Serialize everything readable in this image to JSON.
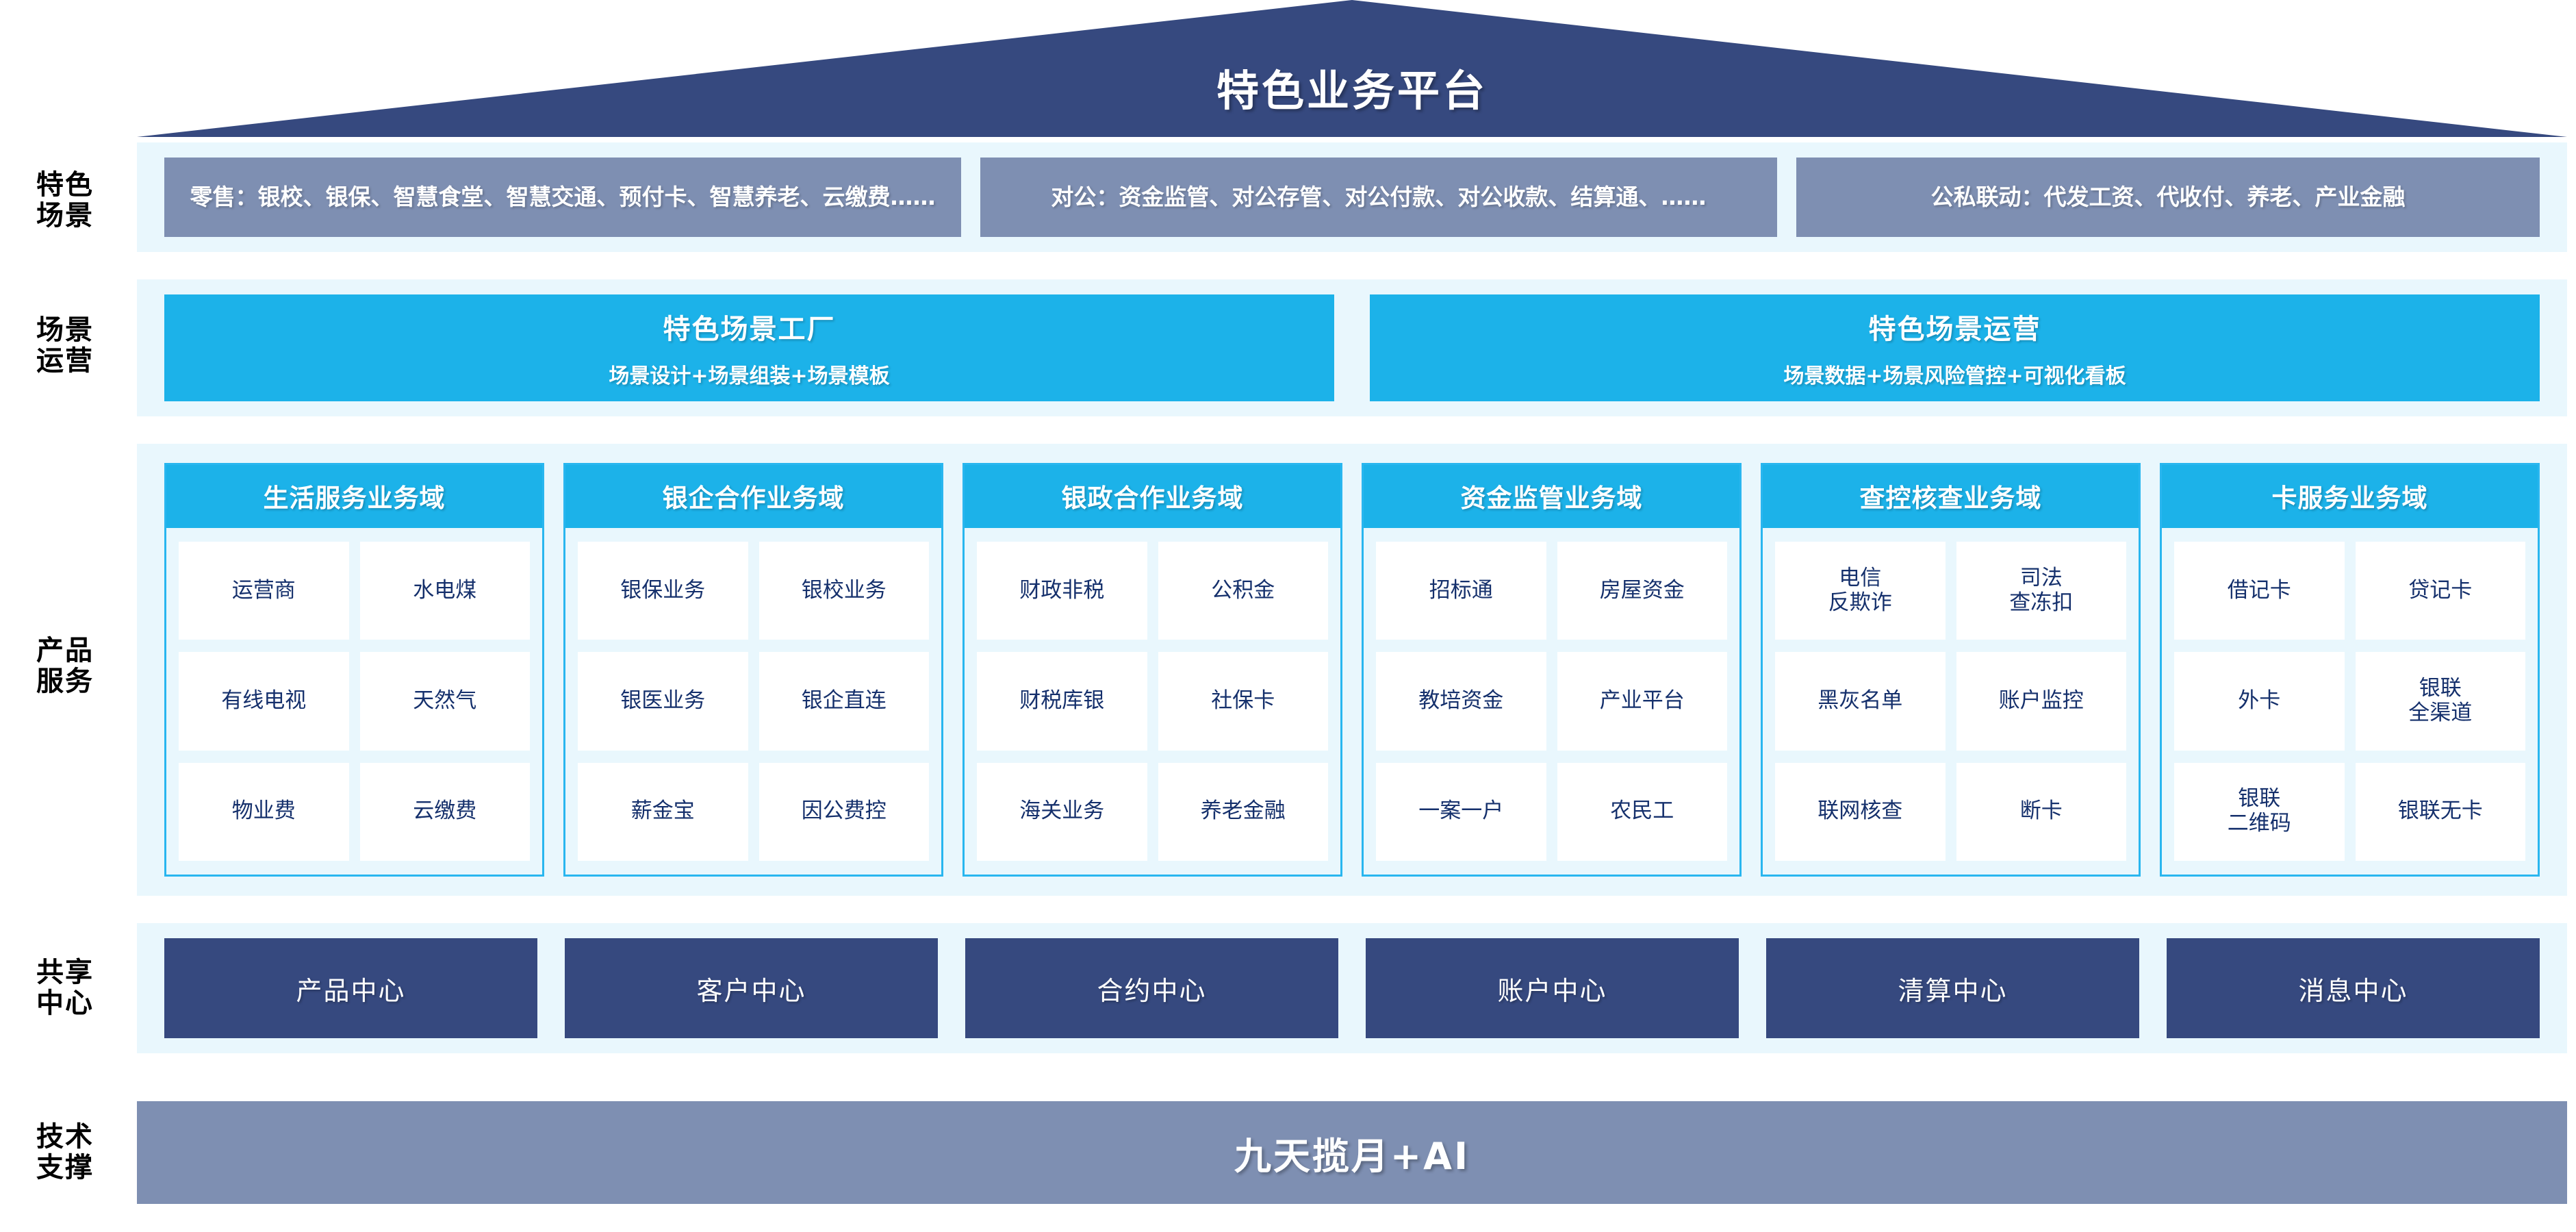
{
  "header": {
    "title": "特色业务平台"
  },
  "row_labels": [
    {
      "key": "scene",
      "lines": [
        "特色",
        "场景"
      ]
    },
    {
      "key": "ops",
      "lines": [
        "场景",
        "运营"
      ]
    },
    {
      "key": "prod",
      "lines": [
        "产品",
        "服务"
      ]
    },
    {
      "key": "shared",
      "lines": [
        "共享",
        "中心"
      ]
    },
    {
      "key": "tech",
      "lines": [
        "技术",
        "支撑"
      ]
    }
  ],
  "scenarios": [
    {
      "text": "零售：银校、银保、智慧食堂、智慧交通、预付卡、智慧养老、云缴费……"
    },
    {
      "text": "对公：资金监管、对公存管、对公付款、对公收款、结算通、……"
    },
    {
      "text": "公私联动：代发工资、代收付、养老、产业金融"
    }
  ],
  "operations": [
    {
      "title": "特色场景工厂",
      "subtitle": "场景设计+场景组装+场景模板"
    },
    {
      "title": "特色场景运营",
      "subtitle": "场景数据+场景风险管控+可视化看板"
    }
  ],
  "domains": [
    {
      "title": "生活服务业务域",
      "items": [
        "运营商",
        "水电煤",
        "有线电视",
        "天然气",
        "物业费",
        "云缴费"
      ]
    },
    {
      "title": "银企合作业务域",
      "items": [
        "银保业务",
        "银校业务",
        "银医业务",
        "银企直连",
        "薪金宝",
        "因公费控"
      ]
    },
    {
      "title": "银政合作业务域",
      "items": [
        "财政非税",
        "公积金",
        "财税库银",
        "社保卡",
        "海关业务",
        "养老金融"
      ]
    },
    {
      "title": "资金监管业务域",
      "items": [
        "招标通",
        "房屋资金",
        "教培资金",
        "产业平台",
        "一案一户",
        "农民工"
      ]
    },
    {
      "title": "查控核查业务域",
      "items": [
        "电信\n反欺诈",
        "司法\n查冻扣",
        "黑灰名单",
        "账户监控",
        "联网核查",
        "断卡"
      ]
    },
    {
      "title": "卡服务业务域",
      "items": [
        "借记卡",
        "贷记卡",
        "外卡",
        "银联\n全渠道",
        "银联\n二维码",
        "银联无卡"
      ]
    }
  ],
  "shared_centers": [
    {
      "label": "产品中心"
    },
    {
      "label": "客户中心"
    },
    {
      "label": "合约中心"
    },
    {
      "label": "账户中心"
    },
    {
      "label": "清算中心"
    },
    {
      "label": "消息中心"
    }
  ],
  "tech_support": {
    "label": "九天揽月+AI"
  },
  "colors": {
    "navy": "#36497f",
    "slate": "#7e8fb2",
    "cyan": "#1cb2e9",
    "panel_bg": "#e9f7fd",
    "cell_text": "#15306c",
    "cell_bg": "#ffffff"
  }
}
